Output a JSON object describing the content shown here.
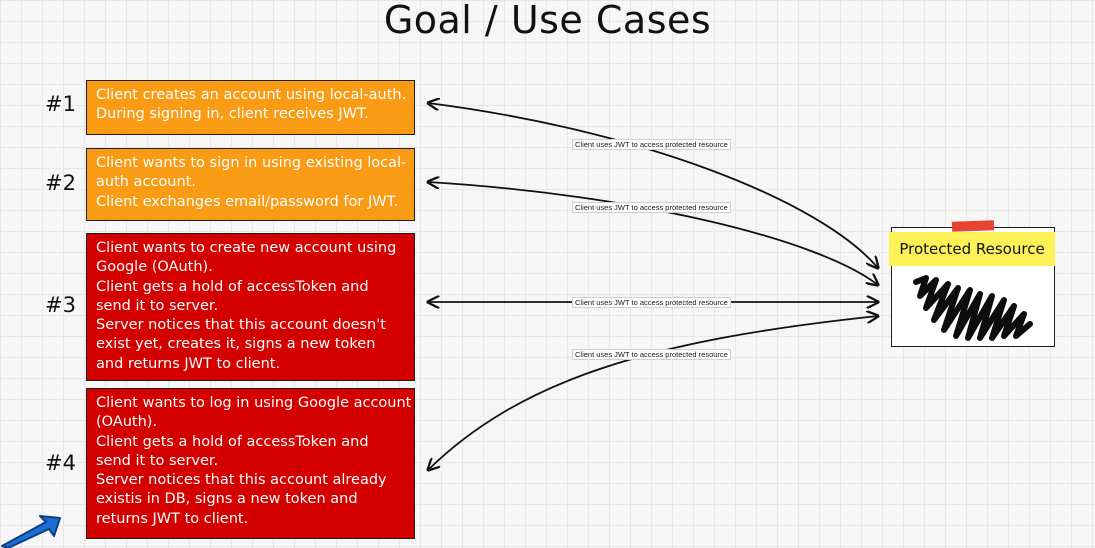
{
  "title": "Goal / Use Cases",
  "cases": [
    {
      "number": "#1",
      "color": "#f99b14",
      "text": "Client creates an account using local-auth.\nDuring signing in, client receives JWT."
    },
    {
      "number": "#2",
      "color": "#f99b14",
      "text": "Client wants to sign in using existing local-\nauth account.\nClient exchanges email/password for JWT."
    },
    {
      "number": "#3",
      "color": "#d40000",
      "text": "Client wants to create new account using\nGoogle (OAuth).\nClient gets a hold of accessToken and\nsend it to server.\nServer notices that this account doesn't\nexist yet, creates it, signs a new token\nand returns JWT to client."
    },
    {
      "number": "#4",
      "color": "#d40000",
      "text": "Client wants to log in using Google account\n(OAuth).\nClient gets a hold of accessToken and\nsend it to server.\nServer notices that this account already\nexistis in DB, signs a new token and\nreturns JWT to client."
    }
  ],
  "edges": [
    {
      "label": "Client uses JWT to access protected resource"
    },
    {
      "label": "Client uses JWT to access protected resource"
    },
    {
      "label": "Client uses JWT to access protected resource"
    },
    {
      "label": "Client uses JWT to access protected resource"
    }
  ],
  "resource": {
    "title": "Protected Resource",
    "tape_color": "#e8432e",
    "title_color": "#fdf158"
  },
  "icons": {
    "cursor": "cursor-arrow-icon",
    "redaction": "scribble-redaction-icon"
  }
}
